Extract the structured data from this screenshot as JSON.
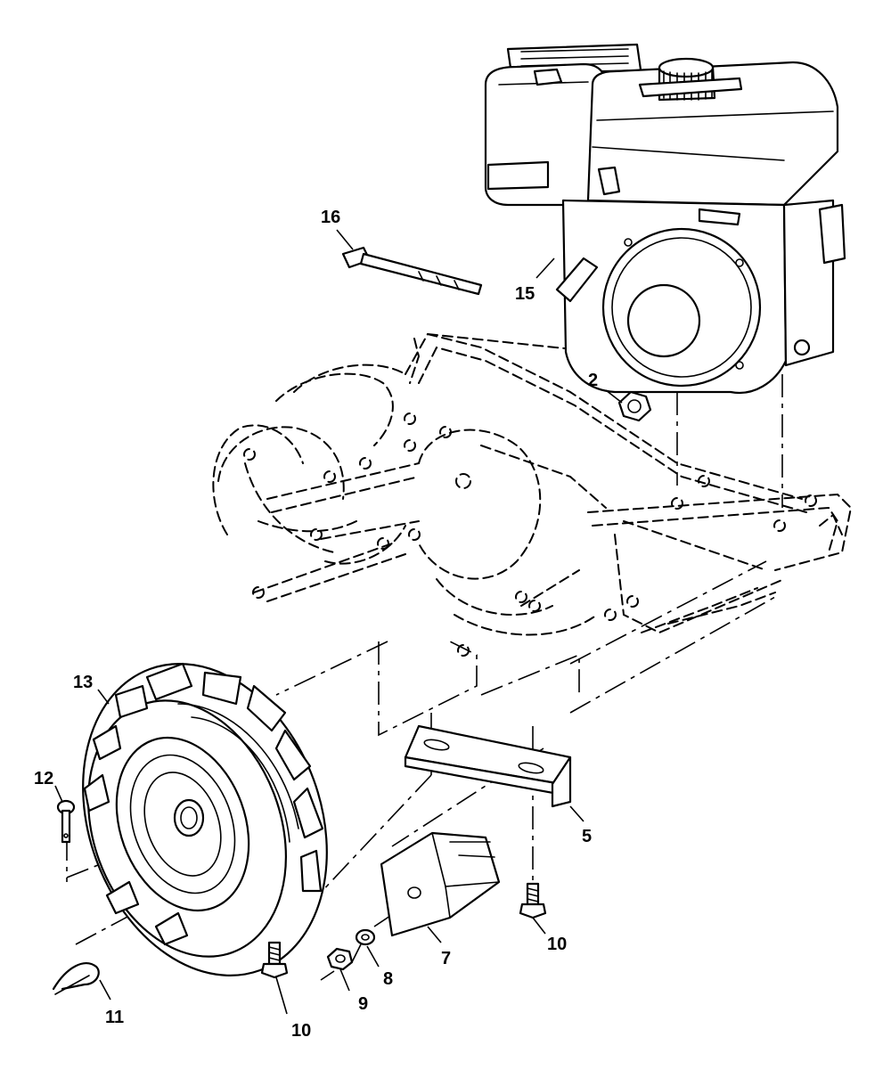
{
  "callouts": {
    "c2": "2",
    "c5": "5",
    "c7": "7",
    "c8": "8",
    "c9": "9",
    "c10a": "10",
    "c10b": "10",
    "c11": "11",
    "c12": "12",
    "c13": "13",
    "c15": "15",
    "c16": "16"
  },
  "colors": {
    "ink": "#000000",
    "paper": "#ffffff"
  }
}
